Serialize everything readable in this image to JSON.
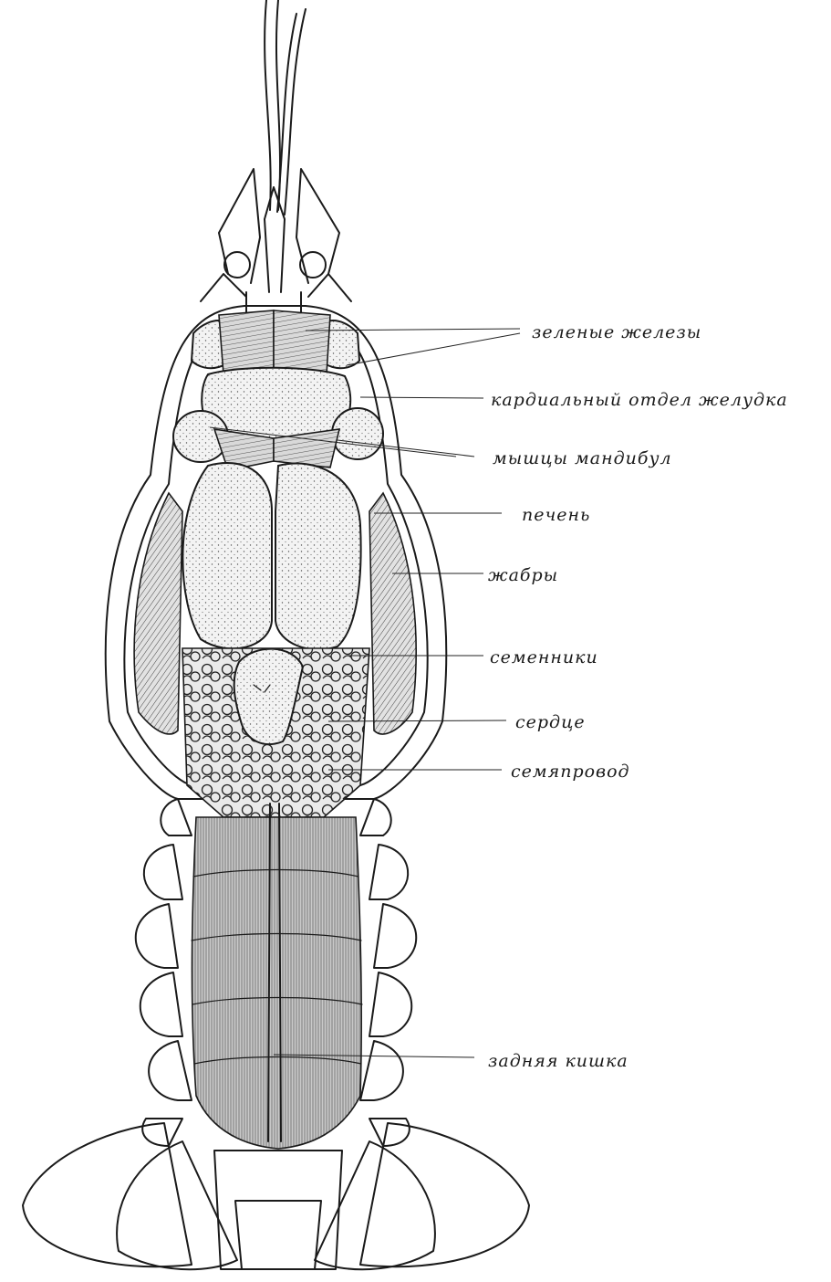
{
  "labels": {
    "green_glands": "зеленые железы",
    "cardiac_stomach": "кардиальный отдел желудка",
    "mandible_muscles": "мышцы мандибул",
    "liver": "печень",
    "gills": "жабры",
    "testes": "семенники",
    "heart": "сердце",
    "vas_deferens": "семяпровод",
    "hindgut": "задняя кишка"
  }
}
